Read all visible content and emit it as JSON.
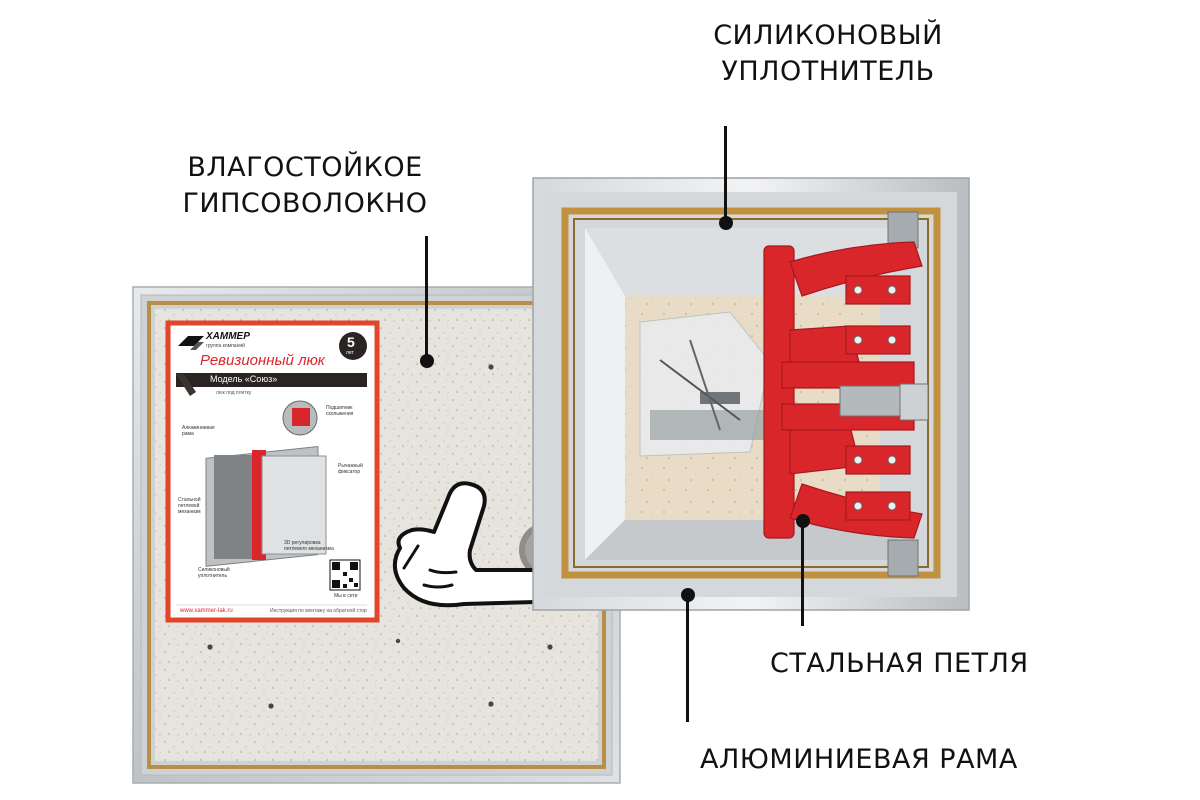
{
  "labels": {
    "seal_line1": "СИЛИКОНОВЫЙ",
    "seal_line2": "УПЛОТНИТЕЛЬ",
    "board_line1": "ВЛАГОСТОЙКОЕ",
    "board_line2": "ГИПСОВОЛОКНО",
    "hinge": "СТАЛЬНАЯ ПЕТЛЯ",
    "frame": "АЛЮМИНИЕВАЯ РАМА"
  },
  "sticker": {
    "brand": "XAMMEP",
    "brand_sub": "группа компаний",
    "badge_number": "5",
    "badge_unit": "лет",
    "title": "Ревизионный люк",
    "model": "Модель «Союз»",
    "subtitle": "люк под плитку",
    "callout_gasket": "Подшипник скольжения",
    "callout_frame": "Алюминиевая рама",
    "callout_latch": "Рычажный фиксатор",
    "callout_mechanism": "Стальной петлевой механизм",
    "callout_3d": "3D регулировка петлевого механизма",
    "callout_seal": "Силиконовый уплотнитель",
    "qr_caption": "Мы в сети",
    "website": "www.xammer-lak.ru",
    "instructions": "Инструкция по монтажу на обратной стор"
  },
  "colors": {
    "callout_text": "#111111",
    "hinge_red": "#d9262b",
    "sticker_border": "#e2452a",
    "frame_metal": "#c9ccce",
    "gypsum_board": "#e6e2dc",
    "seal_gold": "#b98a3a"
  }
}
